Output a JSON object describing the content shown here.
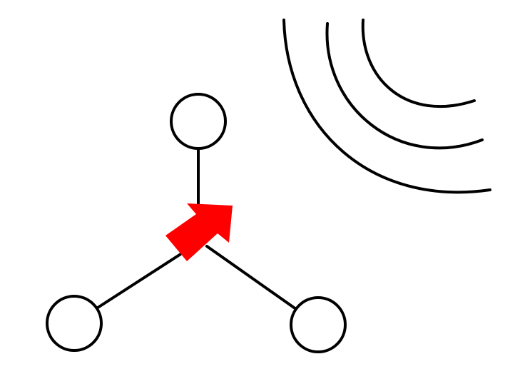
{
  "diagram": {
    "background_color": "#ffffff",
    "stroke_color": "#000000",
    "accent_color": "#ff0000",
    "nodes": [
      {
        "name": "top-node",
        "shape": "circle"
      },
      {
        "name": "bottom-left-node",
        "shape": "circle"
      },
      {
        "name": "bottom-right-node",
        "shape": "circle"
      }
    ],
    "edges": [
      {
        "from": "center",
        "to": "top-node"
      },
      {
        "from": "center",
        "to": "bottom-left-node"
      },
      {
        "from": "center",
        "to": "bottom-right-node"
      }
    ],
    "pointer": {
      "icon": "arrow-icon",
      "direction": "up-right",
      "color": "#ff0000"
    },
    "signal": {
      "icon": "wifi-signal-icon",
      "arc_count": 3
    }
  }
}
